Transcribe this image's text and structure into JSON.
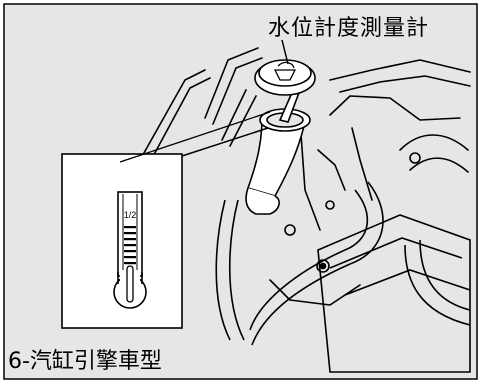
{
  "labels": {
    "gauge_name": "水位計度測量計",
    "engine_type": "6-汽缸引擎車型"
  },
  "inset_scale": {
    "mark": "1/2"
  },
  "colors": {
    "background": "#ffffff",
    "panel": "#e6e6e6",
    "line": "#000000"
  }
}
